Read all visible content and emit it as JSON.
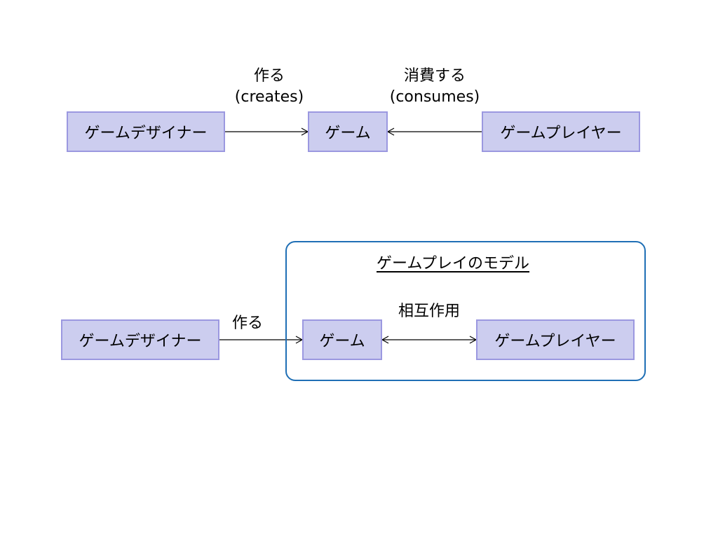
{
  "top": {
    "nodes": {
      "designer": "ゲームデザイナー",
      "game": "ゲーム",
      "player": "ゲームプレイヤー"
    },
    "edge_creates": {
      "line1": "作る",
      "line2": "(creates)"
    },
    "edge_consumes": {
      "line1": "消費する",
      "line2": "(consumes)"
    }
  },
  "bottom": {
    "group_title": "ゲームプレイのモデル",
    "nodes": {
      "designer": "ゲームデザイナー",
      "game": "ゲーム",
      "player": "ゲームプレイヤー"
    },
    "edge_creates": "作る",
    "edge_interaction": "相互作用"
  },
  "colors": {
    "node_fill": "#cccdef",
    "node_border": "#9b98e0",
    "group_border": "#1f6fb5",
    "edge": "#000000"
  }
}
